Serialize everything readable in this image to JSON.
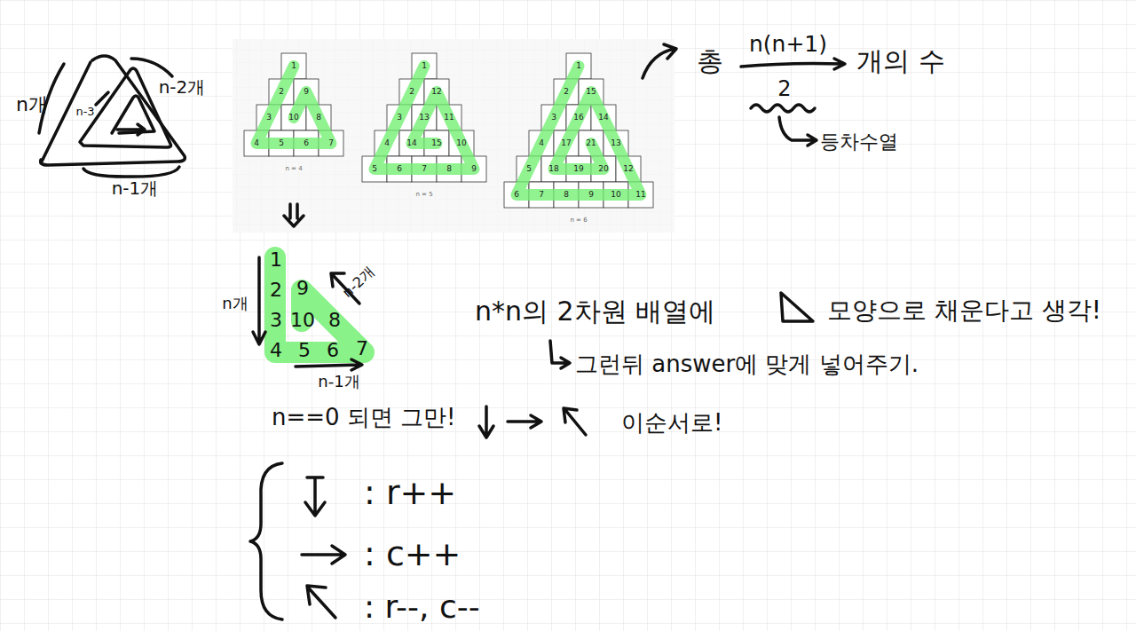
{
  "diagram": {
    "labels": [
      "n개",
      "n-2개",
      "n-3",
      "n-1개",
      "1",
      "2",
      "9",
      "3",
      "10",
      "8",
      "4",
      "5",
      "6",
      "7",
      "n = 4",
      "1",
      "2",
      "12",
      "3",
      "13",
      "11",
      "4",
      "14",
      "15",
      "10",
      "5",
      "6",
      "7",
      "8",
      "9",
      "n = 5",
      "1",
      "2",
      "15",
      "3",
      "16",
      "14",
      "4",
      "17",
      "21",
      "13",
      "5",
      "18",
      "19",
      "20",
      "12",
      "6",
      "7",
      "8",
      "9",
      "10",
      "11",
      "n = 6",
      "총",
      "n(n+1)",
      "2",
      "개의 수",
      "등차수열",
      "1",
      "2",
      "9",
      "3",
      "10",
      "8",
      "4",
      "5",
      "6",
      "7",
      "n개",
      "n-2개",
      "n-1개",
      "n*n의 2차원 배열에",
      "모양으로 채운다고 생각!",
      "그런뒤 answer에 맞게 넣어주기.",
      "n==0 되면 그만!",
      "이순서로!",
      ": r++",
      ": c++",
      ": r--, c--"
    ]
  }
}
